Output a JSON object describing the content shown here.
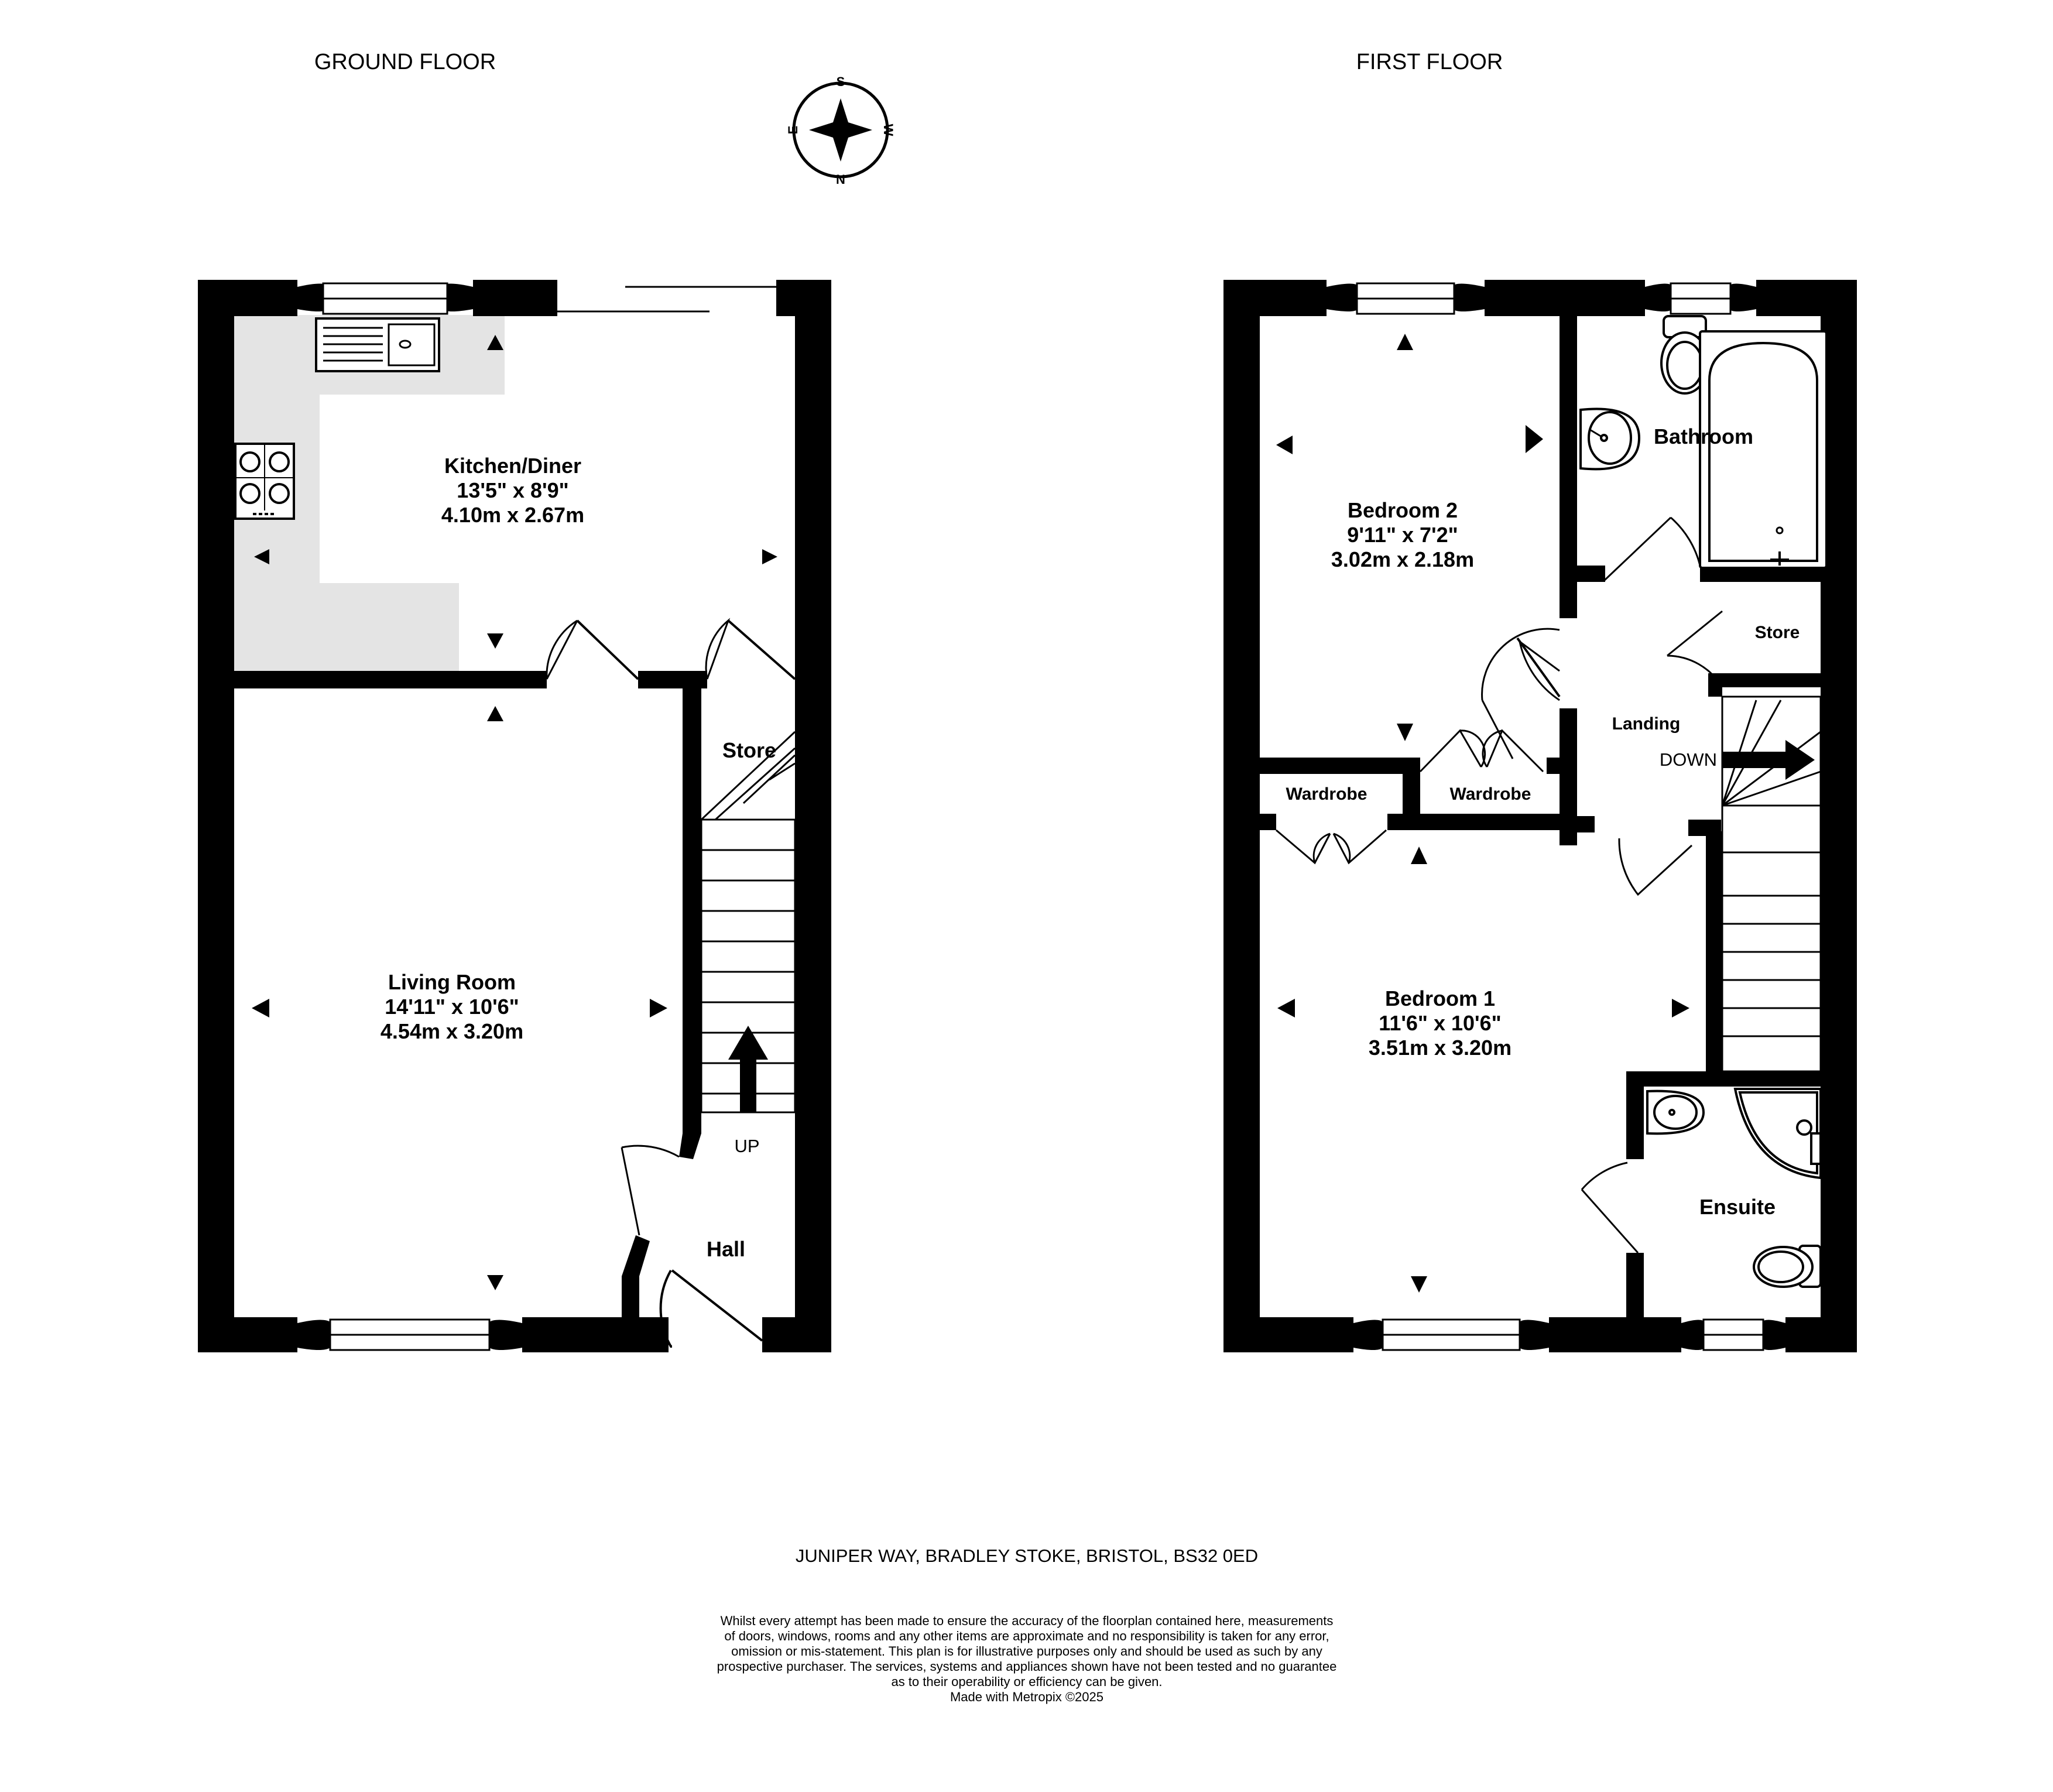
{
  "headings": {
    "ground_floor": "GROUND FLOOR",
    "first_floor": "FIRST FLOOR"
  },
  "compass": {
    "north": "N",
    "south": "S",
    "east": "E",
    "west": "W"
  },
  "ground_floor": {
    "kitchen": {
      "name": "Kitchen/Diner",
      "imperial": "13'5\"  x 8'9\"",
      "metric": "4.10m  x 2.67m"
    },
    "living": {
      "name": "Living Room",
      "imperial": "14'11\"  x 10'6\"",
      "metric": "4.54m  x 3.20m"
    },
    "store": {
      "name": "Store"
    },
    "hall": {
      "name": "Hall"
    },
    "stairs": {
      "direction": "UP"
    }
  },
  "first_floor": {
    "bedroom2": {
      "name": "Bedroom 2",
      "imperial": "9'11\"  x 7'2\"",
      "metric": "3.02m  x 2.18m"
    },
    "bathroom": {
      "name": "Bathroom"
    },
    "store": {
      "name": "Store"
    },
    "landing": {
      "name": "Landing"
    },
    "stairs": {
      "direction": "DOWN"
    },
    "wardrobe_left": {
      "name": "Wardrobe"
    },
    "wardrobe_right": {
      "name": "Wardrobe"
    },
    "bedroom1": {
      "name": "Bedroom 1",
      "imperial": "11'6\"  x 10'6\"",
      "metric": "3.51m  x 3.20m"
    },
    "ensuite": {
      "name": "Ensuite"
    }
  },
  "address": "JUNIPER WAY, BRADLEY STOKE, BRISTOL, BS32 0ED",
  "disclaimer": [
    "Whilst every attempt has been made to ensure the accuracy of the floorplan contained here, measurements",
    "of doors, windows, rooms and any other items are approximate and no responsibility is taken for any error,",
    "omission or mis-statement. This plan is for illustrative purposes only and should be used as such by any",
    "prospective purchaser. The services, systems and appliances shown have not been tested and no guarantee",
    "as to their operability or efficiency can be given.",
    "Made with Metropix ©2025"
  ],
  "colors": {
    "wall": "#000000",
    "kitchen_worktop": "#e4e4e4",
    "background": "#ffffff"
  }
}
